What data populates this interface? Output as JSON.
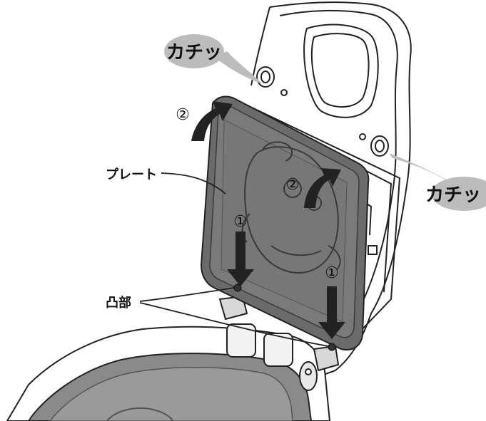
{
  "callouts": {
    "click_top": "カチッ",
    "click_right": "カチッ"
  },
  "labels": {
    "plate": "プレート",
    "bumps": "凸部"
  },
  "steps": {
    "step1": "①",
    "step2": "②"
  },
  "colors": {
    "plate_fill": "#6b6b6b",
    "plate_inner": "#7a7a7a",
    "arrow": "#222222",
    "callout_bubble": "#bcbcbc",
    "line": "#222222"
  }
}
